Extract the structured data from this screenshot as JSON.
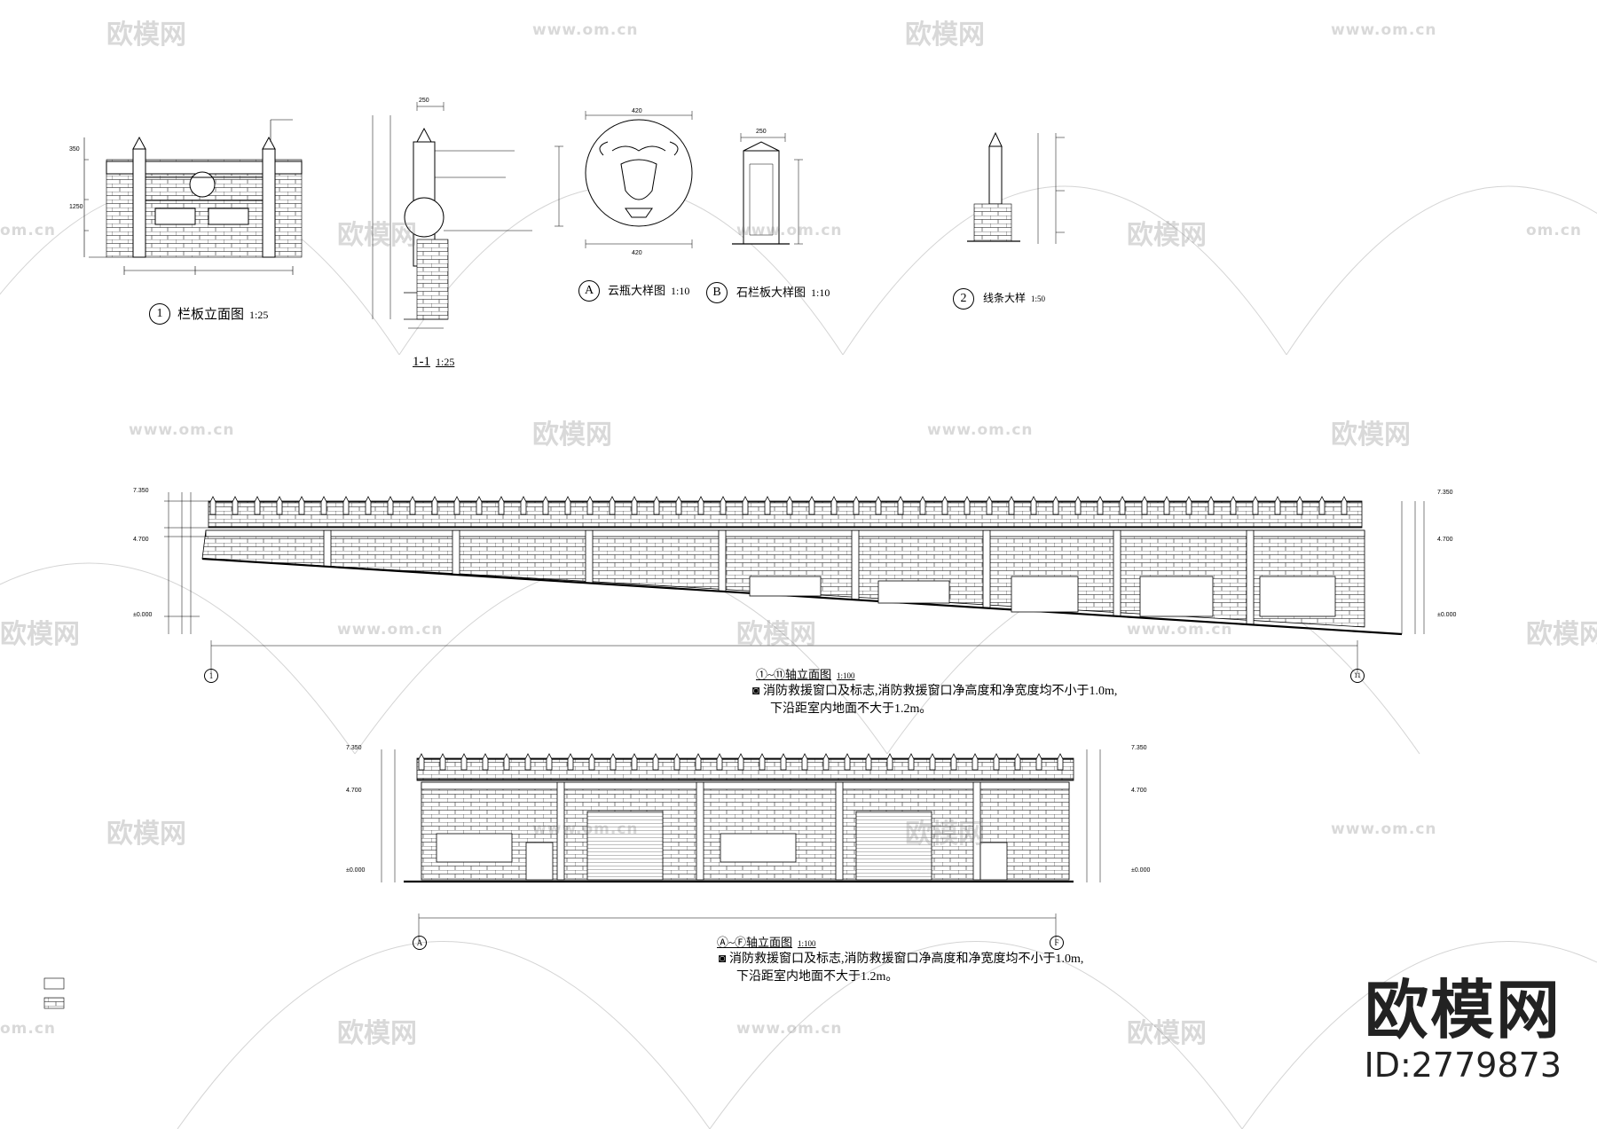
{
  "watermark": {
    "brand": "欧模网",
    "url": "www.om.cn",
    "url_short": "om.cn"
  },
  "brand_block": {
    "name": "欧模网",
    "id": "ID:2779873"
  },
  "details": {
    "d1": {
      "marker": "1",
      "title": "栏板立面图",
      "scale": "1:25"
    },
    "d11": {
      "marker": "1-1",
      "scale": "1:25"
    },
    "dA": {
      "marker": "A",
      "title": "云瓶大样图",
      "scale": "1:10"
    },
    "dB": {
      "marker": "B",
      "title": "石栏板大样图",
      "scale": "1:10"
    },
    "d2": {
      "marker": "2",
      "title": "线条大样",
      "scale": "1:50"
    }
  },
  "elevation1": {
    "title": "①~⑪轴立面图",
    "scale": "1:100",
    "note_line1": "消防救援窗口及标志,消防救援窗口净高度和净宽度均不小于1.0m,",
    "note_line2": "下沿距室内地面不大于1.2m。",
    "axis_start": "1",
    "axis_end": "11"
  },
  "elevation2": {
    "title": "Ⓐ~Ⓕ轴立面图",
    "scale": "1:100",
    "note_line1": "消防救援窗口及标志,消防救援窗口净高度和净宽度均不小于1.0m,",
    "note_line2": "下沿距室内地面不大于1.2m。",
    "axis_start": "A",
    "axis_end": "F"
  },
  "dims": {
    "d420": "420",
    "d250": "250",
    "d1250": "1250",
    "d350": "350",
    "d7350": "7.350",
    "d4700": "4.700",
    "d0000": "±0.000"
  },
  "colors": {
    "line": "#000000",
    "watermark": "#9a9a9a"
  }
}
